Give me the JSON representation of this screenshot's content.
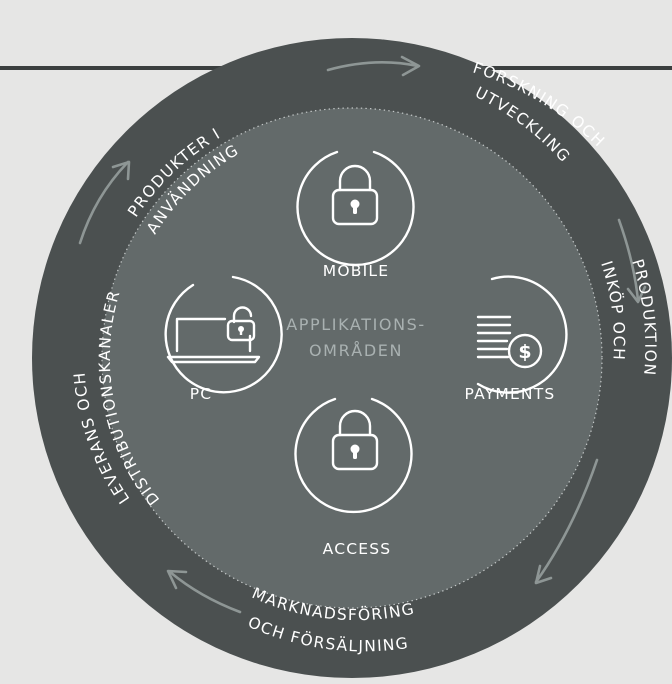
{
  "colors": {
    "background": "#e6e6e5",
    "outer_ring": "#4b5050",
    "inner_circle": "#636a6a",
    "header_line": "#3b3f3f",
    "arrow": "#8e9695",
    "center_text": "#a9b1b1",
    "text": "#ffffff"
  },
  "center": {
    "line1": "APPLIKATIONS-",
    "line2": "OMRÅDEN"
  },
  "areas": {
    "mobile": {
      "label": "MOBILE",
      "icon": "padlock-icon"
    },
    "pc": {
      "label": "PC",
      "icon": "laptop-padlock-icon"
    },
    "payments": {
      "label": "PAYMENTS",
      "icon": "coins-dollar-icon"
    },
    "access": {
      "label": "ACCESS",
      "icon": "padlock-icon"
    }
  },
  "cycle": {
    "produkter": {
      "line1": "PRODUKTER I",
      "line2": "ANVÄNDNING"
    },
    "forskning": {
      "line1": "FORSKNING OCH",
      "line2": "UTVECKLING"
    },
    "inkop": {
      "line1": "INKÖP OCH",
      "line2": "PRODUKTION"
    },
    "marknad": {
      "line1": "MARKNADSFÖRING",
      "line2": "OCH FÖRSÄLJNING"
    },
    "leverans": {
      "line1": "LEVERANS OCH",
      "line2": "DISTRIBUTIONSKANALER"
    },
    "arrow_icon": "curved-arrow-icon"
  }
}
